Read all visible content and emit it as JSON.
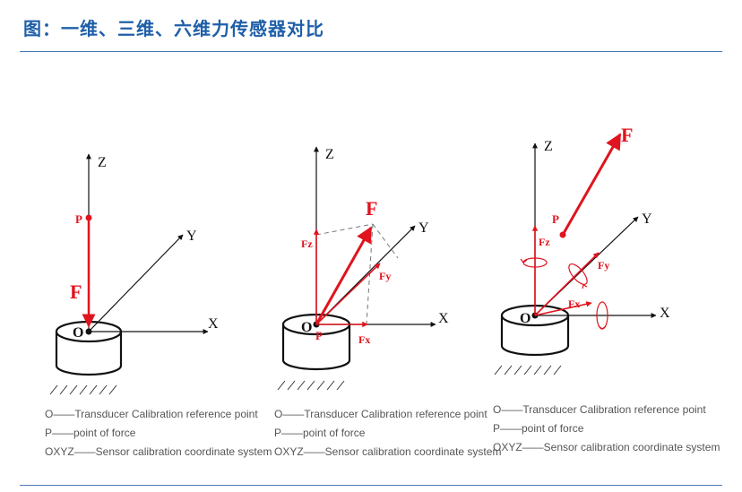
{
  "title": "图：一维、三维、六维力传感器对比",
  "axes": {
    "x": "X",
    "y": "Y",
    "z": "Z",
    "origin": "O"
  },
  "force": {
    "force": "F",
    "point": "P",
    "fx": "Fx",
    "fy": "Fy",
    "fz": "Fz"
  },
  "legend": {
    "line1": "O——Transducer Calibration reference point",
    "line2": "P——point of force",
    "line3": "OXYZ——Sensor calibration coordinate system"
  },
  "colors": {
    "accent": "#1f5fa8",
    "force": "#e0141e",
    "axis": "#111111"
  }
}
